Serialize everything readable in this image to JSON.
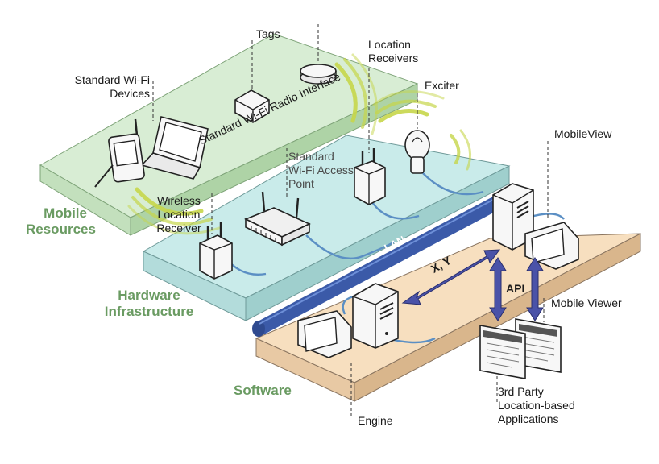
{
  "layers": {
    "mobile": "Mobile\nResources",
    "hardware": "Hardware\nInfrastructure",
    "software": "Software"
  },
  "labels": {
    "tags": "Tags",
    "location_receivers": "Location\nReceivers",
    "standard_wifi_devices": "Standard Wi-Fi\nDevices",
    "exciter": "Exciter",
    "mobileview": "MobileView",
    "radio_interface": "Standard Wi-Fi Radio Interface",
    "access_point": "Standard\nWi-Fi Access\nPoint",
    "wireless_location_receiver": "Wireless\nLocation\nReceiver",
    "lan": "LAN",
    "xy": "X, Y",
    "api": "API",
    "mobile_viewer": "Mobile Viewer",
    "third_party": "3rd Party\nLocation-based\nApplications",
    "engine": "Engine"
  },
  "colors": {
    "mobile_layer": "#d8edd4",
    "hardware_layer": "#c9ebea",
    "software_layer": "#f7dfbf",
    "layer_title": "#6a9b62",
    "lan_pipe": "#3b5aa8",
    "signal_waves": "#c6d64a"
  }
}
